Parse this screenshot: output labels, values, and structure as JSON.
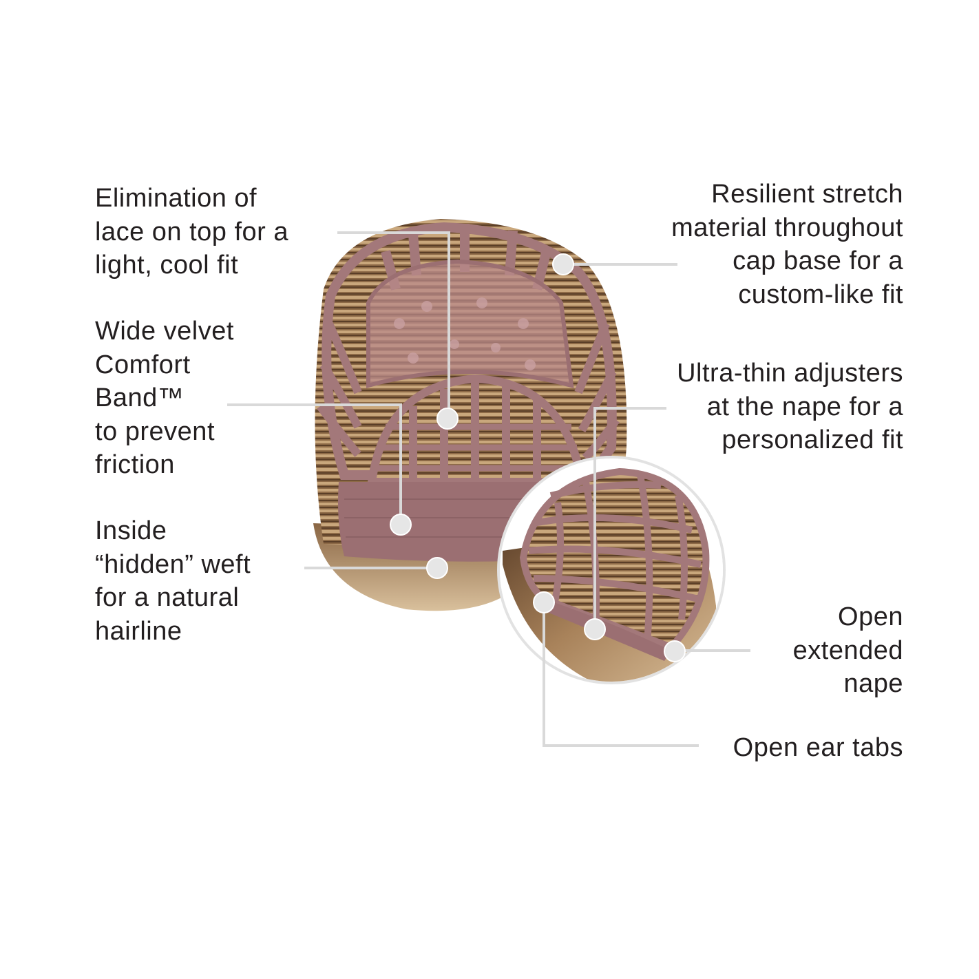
{
  "colors": {
    "background": "#ffffff",
    "text": "#231f20",
    "leader_line": "#d9d9d9",
    "dot": "#e6e6e6",
    "cap_mesh": "#a3787a",
    "cap_band": "#9b6f72",
    "hair_dark": "#6e4e33",
    "hair_light": "#cfb089"
  },
  "callouts": {
    "lace_top": "Elimination of\nlace on top for a\nlight, cool fit",
    "comfort_band": "Wide velvet\nComfort\nBand™\nto prevent\nfriction",
    "hidden_weft": "Inside\n“hidden” weft\nfor a natural\nhairline",
    "stretch_material": "Resilient stretch\nmaterial throughout\ncap base for a\ncustom-like fit",
    "adjusters": "Ultra-thin adjusters\nat the nape for a\npersonalized fit",
    "extended_nape": "Open\nextended\nnape",
    "ear_tabs": "Open ear tabs"
  },
  "illustrations": {
    "main_cap": "wig-cap-interior-front",
    "inset_cap": "wig-cap-interior-back"
  }
}
